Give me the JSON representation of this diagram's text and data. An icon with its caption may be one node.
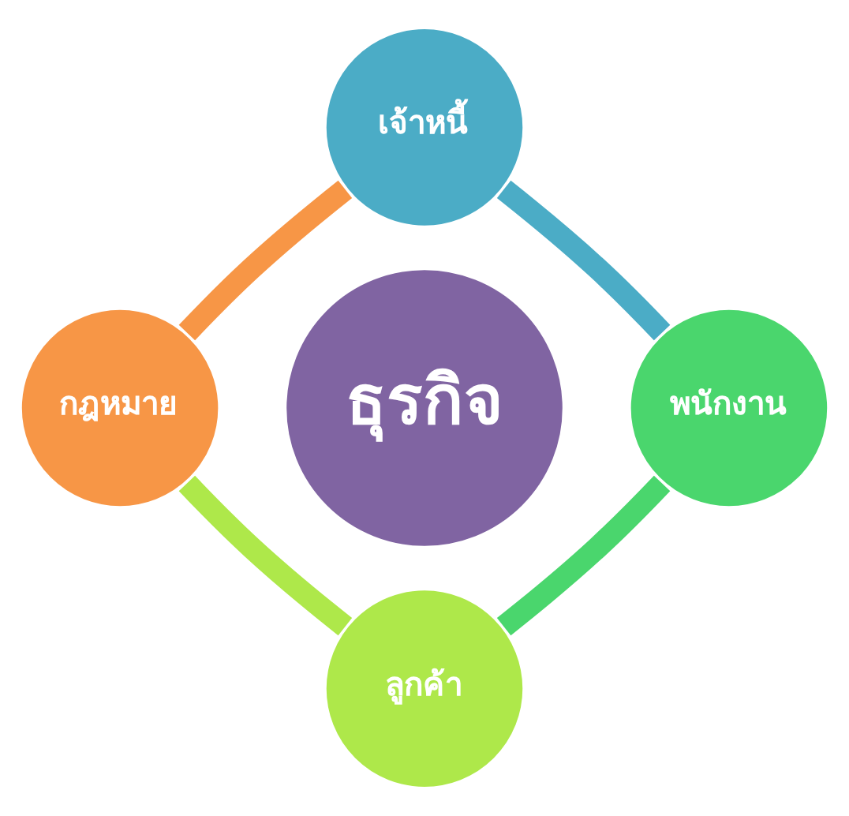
{
  "diagram": {
    "nodes": [
      {
        "text": [
          "เจ้าหนี้"
        ]
      },
      {
        "text": [
          "กฎหมาย"
        ]
      },
      {
        "text": [
          "ธุรกิจ"
        ]
      },
      {
        "text": [
          "พนักงาน"
        ]
      },
      {
        "text": [
          "ลูกค้า"
        ]
      }
    ],
    "edges": [
      {
        "from": 0,
        "to": 3,
        "arrow": "none",
        "color": "#4bacc6"
      },
      {
        "from": 3,
        "to": 4,
        "arrow": "none",
        "color": "#4ad66d"
      },
      {
        "from": 4,
        "to": 1,
        "arrow": "none",
        "color": "#aee84a"
      },
      {
        "from": 1,
        "to": 0,
        "arrow": "none",
        "color": "#f79646"
      }
    ]
  }
}
